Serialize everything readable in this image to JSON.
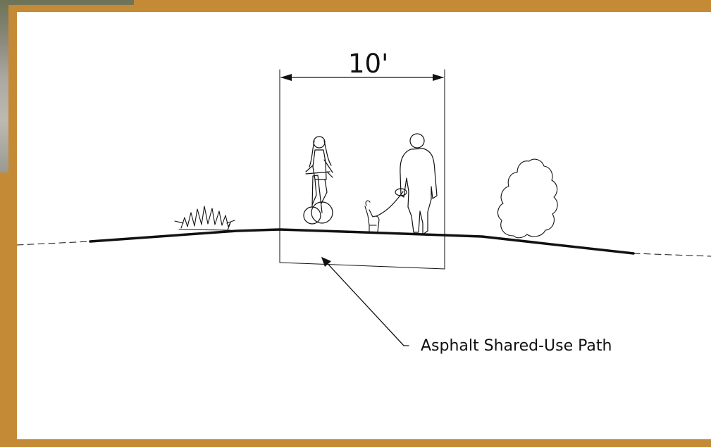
{
  "diagram": {
    "dimension_label": "10'",
    "callout_label": "Asphalt Shared-Use Path",
    "figures": [
      "cyclist",
      "dog",
      "pedestrian",
      "grass-clump",
      "shrub"
    ],
    "colors": {
      "frame": "#c58a35",
      "canvas": "#ffffff",
      "ink": "#111111"
    }
  }
}
